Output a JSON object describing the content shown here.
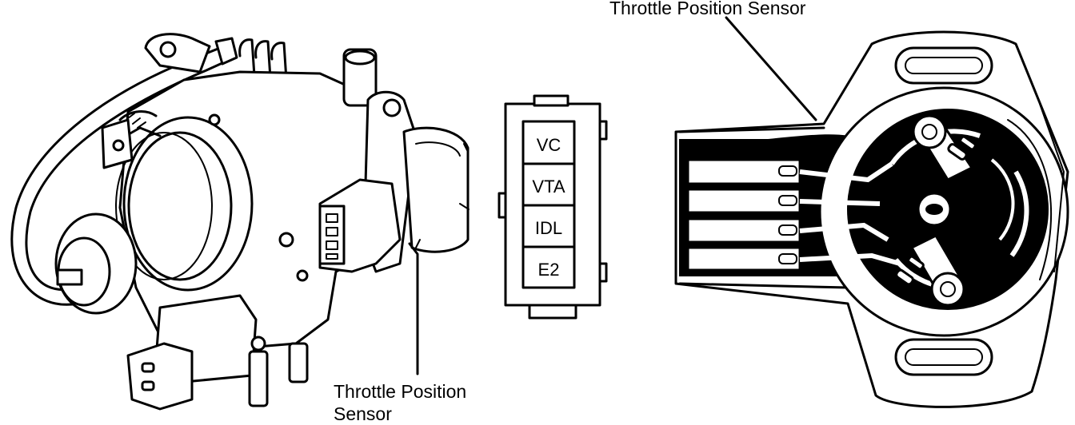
{
  "labels": {
    "left_sensor_line1": "Throttle Position",
    "left_sensor_line2": "Sensor",
    "right_sensor": "Throttle Position Sensor"
  },
  "connector_pins": [
    "VC",
    "VTA",
    "IDL",
    "E2"
  ],
  "colors": {
    "ink": "#000000",
    "paper": "#ffffff"
  }
}
